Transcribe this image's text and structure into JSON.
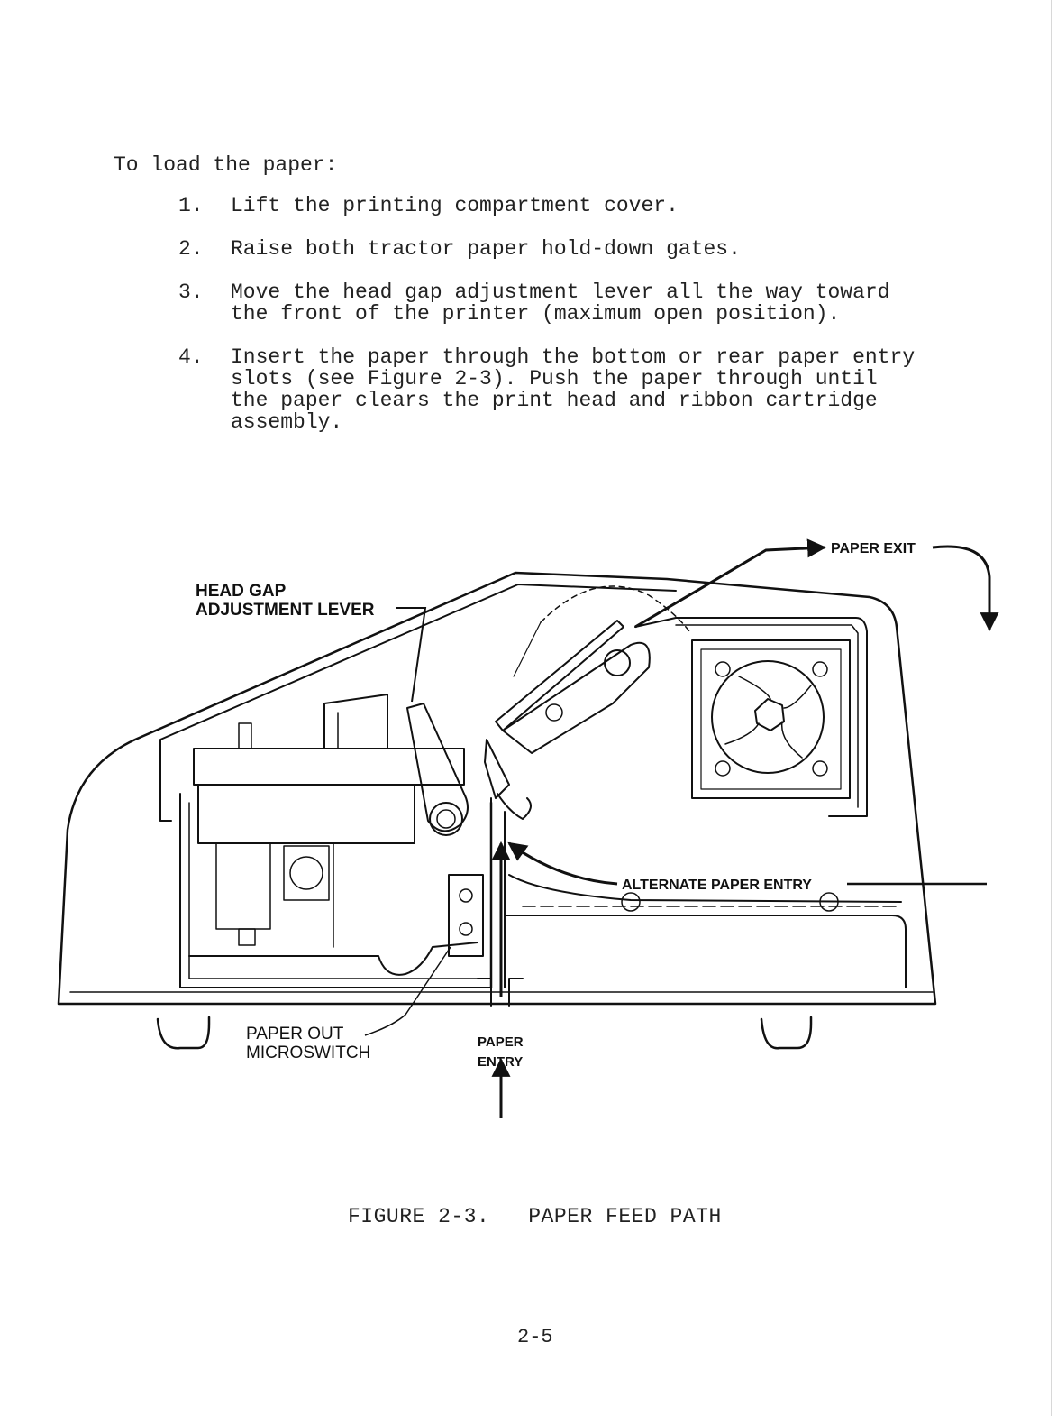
{
  "document": {
    "intro": "To load the paper:",
    "steps": [
      {
        "num": "1.",
        "text": "Lift the printing compartment cover."
      },
      {
        "num": "2.",
        "text": "Raise both tractor paper hold-down gates."
      },
      {
        "num": "3.",
        "text": "Move the head gap adjustment lever all the way toward\nthe front of the printer (maximum open position)."
      },
      {
        "num": "4.",
        "text": "Insert the paper through the bottom or rear paper entry\nslots (see Figure 2-3).  Push the paper through until\nthe paper clears the print head and ribbon cartridge\nassembly."
      }
    ],
    "figure": {
      "labels": {
        "head_gap_line1": "HEAD GAP",
        "head_gap_line2": "ADJUSTMENT  LEVER",
        "paper_exit": "PAPER  EXIT",
        "alternate_entry": "ALTERNATE  PAPER  ENTRY",
        "paper_out_line1": "PAPER  OUT",
        "paper_out_line2": "MICROSWITCH",
        "paper_entry_line1": "PAPER",
        "paper_entry_line2": "ENTRY"
      },
      "caption": "FIGURE 2-3.   PAPER FEED PATH"
    },
    "page_number": "2-5"
  }
}
